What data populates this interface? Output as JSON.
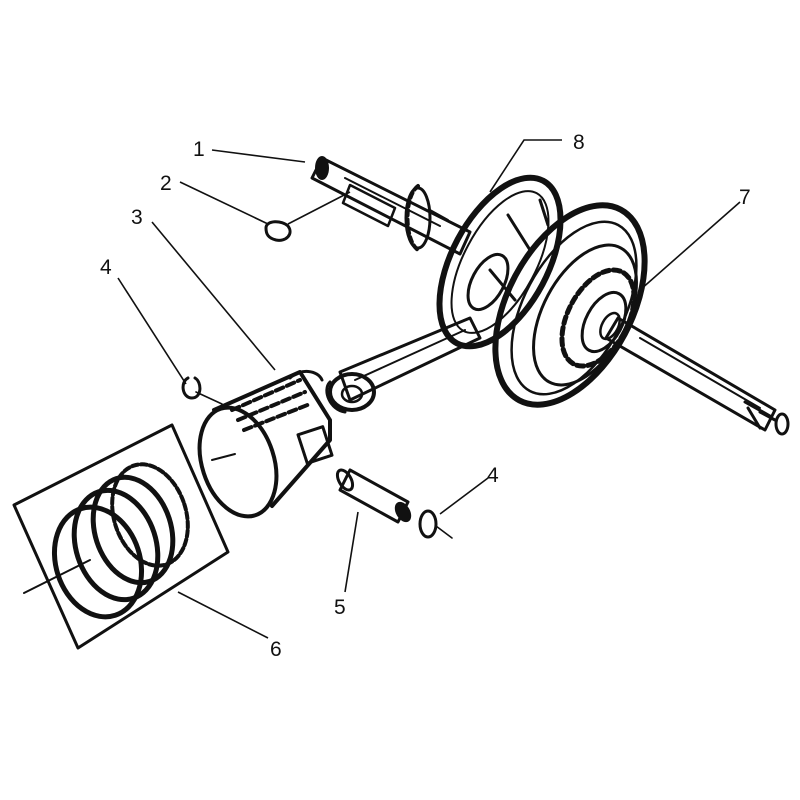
{
  "diagram": {
    "callouts": [
      {
        "id": "part-1",
        "label": "1"
      },
      {
        "id": "part-2",
        "label": "2"
      },
      {
        "id": "part-3",
        "label": "3"
      },
      {
        "id": "part-4a",
        "label": "4"
      },
      {
        "id": "part-4b",
        "label": "4"
      },
      {
        "id": "part-5",
        "label": "5"
      },
      {
        "id": "part-6",
        "label": "6"
      },
      {
        "id": "part-7",
        "label": "7"
      },
      {
        "id": "part-8",
        "label": "8"
      }
    ],
    "colors": {
      "ink": "#111111",
      "background": "#ffffff"
    }
  }
}
